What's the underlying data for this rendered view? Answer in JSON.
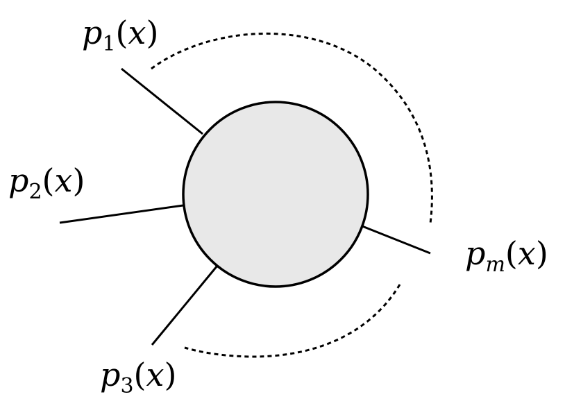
{
  "labels": {
    "p1": {
      "base": "p",
      "sub": "1",
      "arg": "x"
    },
    "p2": {
      "base": "p",
      "sub": "2",
      "arg": "x"
    },
    "p3": {
      "base": "p",
      "sub": "3",
      "arg": "x"
    },
    "pm": {
      "base": "p",
      "sub": "m",
      "arg": "x"
    }
  },
  "colors": {
    "blob_fill": "#e8e8e8",
    "stroke": "#000000",
    "background": "#ffffff"
  }
}
